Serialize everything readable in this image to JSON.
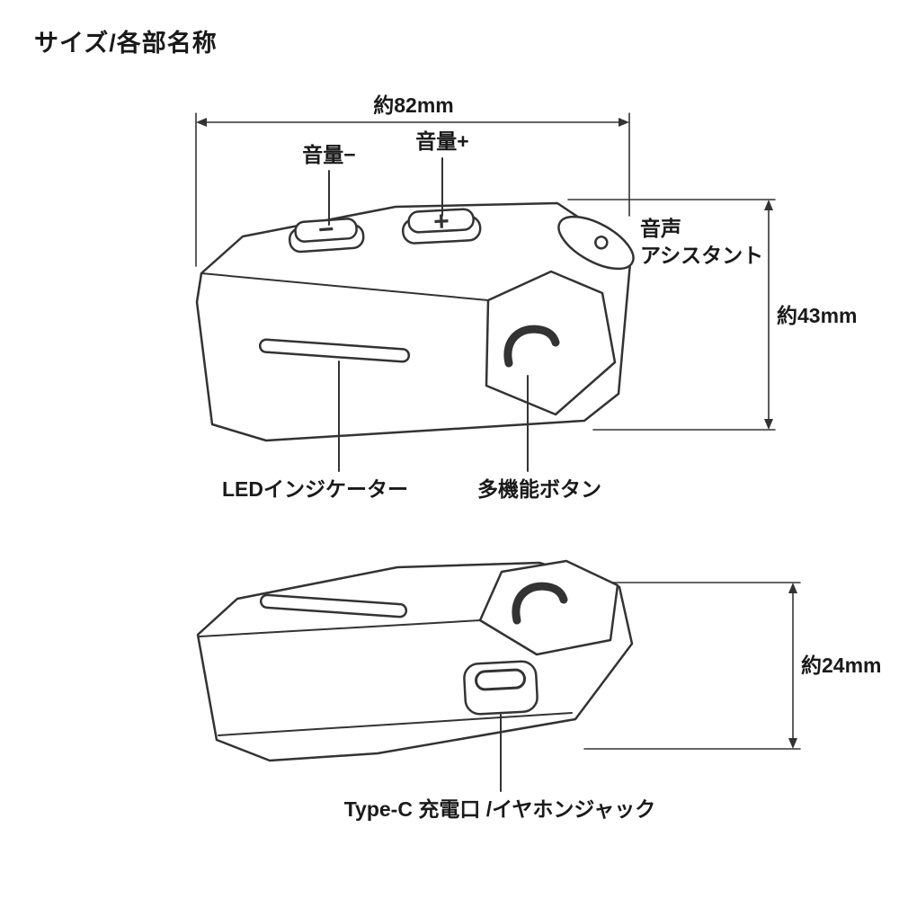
{
  "page": {
    "title": "サイズ/各部名称"
  },
  "colors": {
    "line": "#333333",
    "text": "#1a1a1a",
    "background": "#ffffff"
  },
  "dimensions": {
    "width": "約82mm",
    "height": "約43mm",
    "thickness": "約24mm"
  },
  "top_view": {
    "volume_minus_label": "音量−",
    "volume_plus_label": "音量+",
    "voice_assistant_label_line1": "音声",
    "voice_assistant_label_line2": "アシスタント",
    "led_indicator_label": "LEDインジケーター",
    "multi_function_label": "多機能ボタン",
    "glyphs": {
      "minus": "−",
      "plus": "+"
    }
  },
  "bottom_view": {
    "usb_label": "Type-C 充電口 /イヤホンジャック"
  },
  "icons": {
    "phone_icon": "phone-handset",
    "voice_dot_icon": "circle-dot"
  }
}
